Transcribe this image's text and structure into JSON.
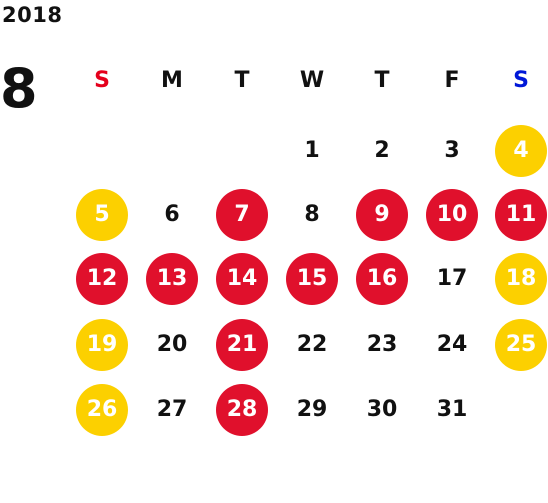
{
  "calendar": {
    "year": "2018",
    "month": "8",
    "colors": {
      "sunday_label": "#e5001c",
      "saturday_label": "#0018d8",
      "weekday_label": "#111111",
      "red_day": "#e0102c",
      "yellow_day": "#fcd000",
      "text_on_marked": "#ffffff"
    },
    "weekdays": [
      {
        "label": "S",
        "kind": "sunday"
      },
      {
        "label": "M",
        "kind": "weekday"
      },
      {
        "label": "T",
        "kind": "weekday"
      },
      {
        "label": "W",
        "kind": "weekday"
      },
      {
        "label": "T",
        "kind": "weekday"
      },
      {
        "label": "F",
        "kind": "weekday"
      },
      {
        "label": "S",
        "kind": "saturday"
      }
    ],
    "weeks": [
      [
        null,
        null,
        null,
        {
          "d": "1"
        },
        {
          "d": "2"
        },
        {
          "d": "3"
        },
        {
          "d": "4",
          "mark": "yellow"
        }
      ],
      [
        {
          "d": "5",
          "mark": "yellow"
        },
        {
          "d": "6"
        },
        {
          "d": "7",
          "mark": "red"
        },
        {
          "d": "8"
        },
        {
          "d": "9",
          "mark": "red"
        },
        {
          "d": "10",
          "mark": "red"
        },
        {
          "d": "11",
          "mark": "red"
        }
      ],
      [
        {
          "d": "12",
          "mark": "red"
        },
        {
          "d": "13",
          "mark": "red"
        },
        {
          "d": "14",
          "mark": "red"
        },
        {
          "d": "15",
          "mark": "red"
        },
        {
          "d": "16",
          "mark": "red"
        },
        {
          "d": "17"
        },
        {
          "d": "18",
          "mark": "yellow"
        }
      ],
      [
        {
          "d": "19",
          "mark": "yellow"
        },
        {
          "d": "20"
        },
        {
          "d": "21",
          "mark": "red"
        },
        {
          "d": "22"
        },
        {
          "d": "23"
        },
        {
          "d": "24"
        },
        {
          "d": "25",
          "mark": "yellow"
        }
      ],
      [
        {
          "d": "26",
          "mark": "yellow"
        },
        {
          "d": "27"
        },
        {
          "d": "28",
          "mark": "red"
        },
        {
          "d": "29"
        },
        {
          "d": "30"
        },
        {
          "d": "31"
        },
        null
      ]
    ]
  }
}
